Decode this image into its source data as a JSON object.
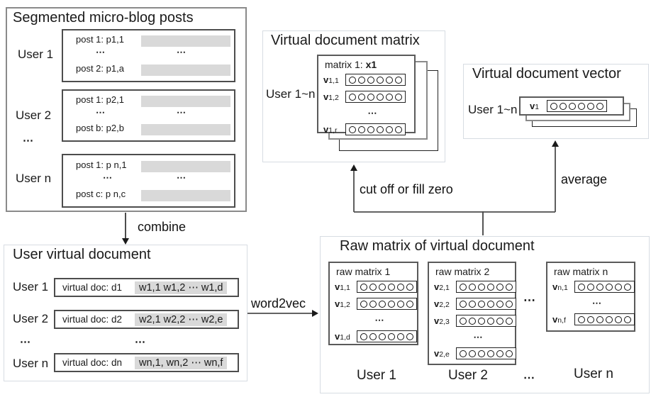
{
  "segmented": {
    "title": "Segmented micro-blog posts",
    "ellipsis": "⋯",
    "users": [
      {
        "label": "User 1",
        "post_top": "post 1: p1,1",
        "post_bottom": "post 2: p1,a"
      },
      {
        "label": "User 2",
        "post_top": "post 1: p2,1",
        "post_bottom": "post b: p2,b"
      },
      {
        "label": "User n",
        "post_top": "post 1: p n,1",
        "post_bottom": "post c: p n,c"
      }
    ]
  },
  "matrix_box": {
    "title": "Virtual document matrix",
    "side_label": "User 1~n",
    "card": {
      "title_prefix": "matrix 1: ",
      "title_bold": "x1",
      "circles": 6,
      "rows": [
        {
          "label": "v1,1"
        },
        {
          "label": "v1,2"
        },
        {
          "dots": "⋯"
        },
        {
          "label": "v1,r"
        }
      ]
    }
  },
  "vector_box": {
    "title": "Virtual document vector",
    "side_label": "User 1~n",
    "card_label": "v1",
    "circles": 6
  },
  "virtual_doc": {
    "title": "User virtual document",
    "ellipsis": "⋯",
    "rows": [
      {
        "user": "User 1",
        "doc": "virtual doc: d1",
        "words": "w1,1 w1,2 ⋯ w1,d"
      },
      {
        "user": "User 2",
        "doc": "virtual doc: d2",
        "words": "w2,1 w2,2 ⋯ w2,e"
      },
      {
        "user": "User n",
        "doc": "virtual doc: dn",
        "words": "wn,1, wn,2 ⋯ wn,f"
      }
    ]
  },
  "raw_matrix": {
    "title": "Raw matrix of virtual document",
    "cards_ellipsis": "⋯",
    "users_ellipsis": "⋯",
    "cards": [
      {
        "title": "raw matrix 1",
        "circles": 6,
        "user_label": "User 1",
        "rows": [
          {
            "label": "v1,1"
          },
          {
            "label": "v1,2"
          },
          {
            "dots": "⋯"
          },
          {
            "label": "v1,d"
          }
        ]
      },
      {
        "title": "raw matrix 2",
        "circles": 6,
        "user_label": "User 2",
        "rows": [
          {
            "label": "v2,1"
          },
          {
            "label": "v2,2"
          },
          {
            "label": "v2,3"
          },
          {
            "dots": "⋯"
          },
          {
            "label": "v2,e"
          }
        ]
      },
      {
        "title": "raw matrix n",
        "circles": 6,
        "user_label": "User n",
        "rows": [
          {
            "label": "vn,1"
          },
          {
            "dots": "⋯"
          },
          {
            "label": "vn,f"
          }
        ]
      }
    ]
  },
  "arrows": {
    "combine": "combine",
    "word2vec": "word2vec",
    "cutoff": "cut off or fill zero",
    "average": "average"
  },
  "colors": {
    "bar_gray": "#d9d9d9",
    "inner_border": "#4d4d4d",
    "outer_border_light": "#d7dce2",
    "outer_border_dark": "#8a8a8a",
    "arrow": "#3f3f3f"
  }
}
